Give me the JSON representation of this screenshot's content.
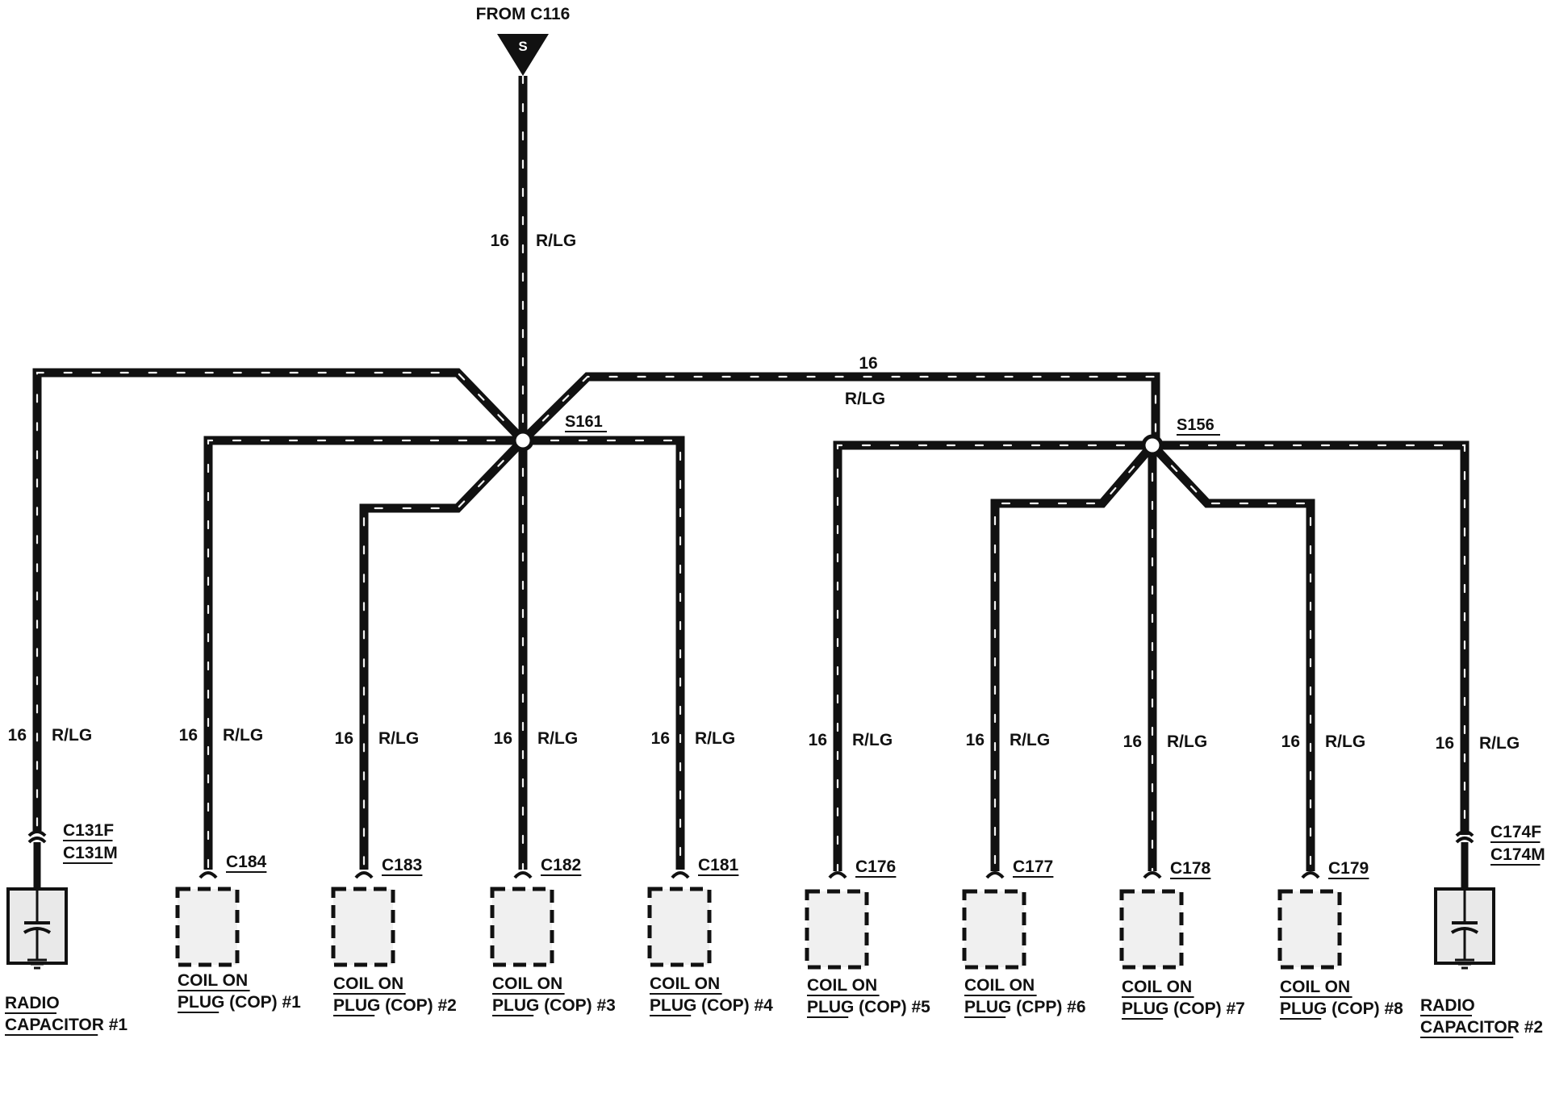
{
  "source": {
    "label": "FROM C116",
    "splice_letter": "S"
  },
  "wire": {
    "gauge": "16",
    "color": "R/LG"
  },
  "splices": [
    {
      "id": "S161"
    },
    {
      "id": "S156"
    }
  ],
  "components": [
    {
      "connector": [
        "C131F",
        "C131M"
      ],
      "name_lines": [
        "RADIO",
        "CAPACITOR #1"
      ],
      "underline_words": [
        "RADIO",
        "CAPACITOR"
      ],
      "type": "capacitor"
    },
    {
      "connector": [
        "C184"
      ],
      "name_lines": [
        "COIL ON",
        "PLUG (COP) #1"
      ],
      "underline_words": [
        "COIL ON",
        "PLUG"
      ],
      "type": "coil"
    },
    {
      "connector": [
        "C183"
      ],
      "name_lines": [
        "COIL ON",
        "PLUG (COP) #2"
      ],
      "underline_words": [
        "COIL ON",
        "PLUG"
      ],
      "type": "coil"
    },
    {
      "connector": [
        "C182"
      ],
      "name_lines": [
        "COIL ON",
        "PLUG (COP) #3"
      ],
      "underline_words": [
        "COIL ON",
        "PLUG"
      ],
      "type": "coil"
    },
    {
      "connector": [
        "C181"
      ],
      "name_lines": [
        "COIL ON",
        "PLUG (COP) #4"
      ],
      "underline_words": [
        "COIL ON",
        "PLUG"
      ],
      "type": "coil"
    },
    {
      "connector": [
        "C176"
      ],
      "name_lines": [
        "COIL ON",
        "PLUG (COP) #5"
      ],
      "underline_words": [
        "COIL ON",
        "PLUG"
      ],
      "type": "coil"
    },
    {
      "connector": [
        "C177"
      ],
      "name_lines": [
        "COIL ON",
        "PLUG (CPP) #6"
      ],
      "underline_words": [
        "COIL ON",
        "PLUG"
      ],
      "type": "coil"
    },
    {
      "connector": [
        "C178"
      ],
      "name_lines": [
        "COIL ON",
        "PLUG (COP) #7"
      ],
      "underline_words": [
        "COIL ON",
        "PLUG"
      ],
      "type": "coil"
    },
    {
      "connector": [
        "C179"
      ],
      "name_lines": [
        "COIL ON",
        "PLUG (COP) #8"
      ],
      "underline_words": [
        "COIL ON",
        "PLUG"
      ],
      "type": "coil"
    },
    {
      "connector": [
        "C174F",
        "C174M"
      ],
      "name_lines": [
        "RADIO",
        "CAPACITOR #2"
      ],
      "underline_words": [
        "RADIO",
        "CAPACITOR"
      ],
      "type": "capacitor"
    }
  ],
  "colors": {
    "wire": "#111111",
    "background": "#ffffff",
    "component_fill": "#f0f0f0"
  }
}
